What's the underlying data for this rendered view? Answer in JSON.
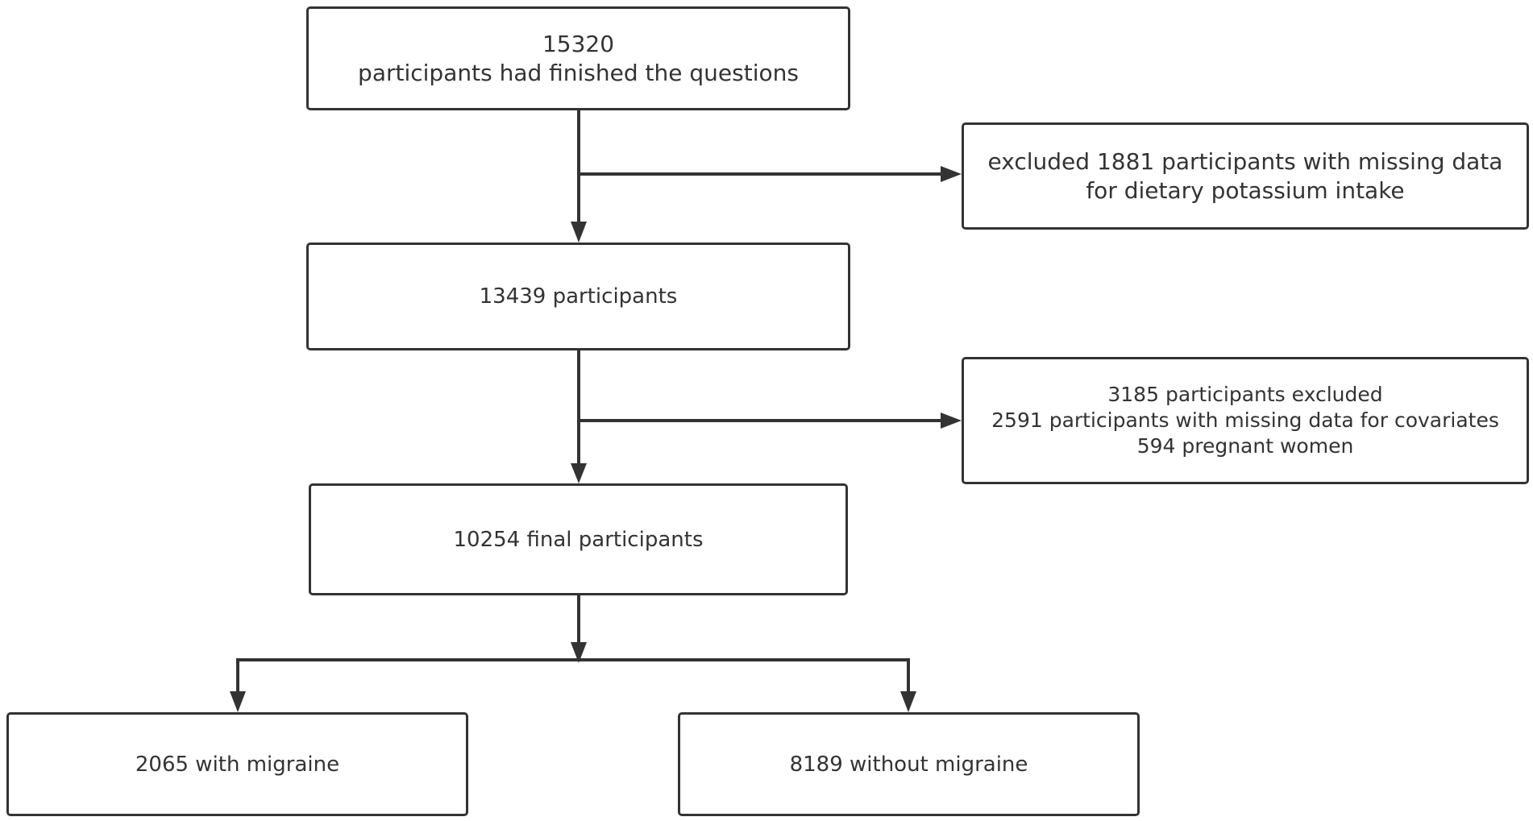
{
  "diagram": {
    "line_color": "#333333",
    "nodes": {
      "start": {
        "lines": [
          "15320",
          "participants had finished the questions"
        ]
      },
      "excluded_potassium": {
        "lines": [
          "excluded 1881 participants with missing data",
          "for dietary potassium intake"
        ]
      },
      "mid": {
        "lines": [
          "13439 participants"
        ]
      },
      "excluded_covariates": {
        "lines": [
          "3185 participants excluded",
          "2591 participants with missing data for covariates",
          "594 pregnant women"
        ]
      },
      "final": {
        "lines": [
          "10254 final participants"
        ]
      },
      "with_migraine": {
        "lines": [
          "2065 with migraine"
        ]
      },
      "without_migraine": {
        "lines": [
          "8189 without migraine"
        ]
      }
    },
    "edges": [
      {
        "from": "start",
        "to": "mid"
      },
      {
        "from": "start",
        "to": "excluded_potassium"
      },
      {
        "from": "mid",
        "to": "final"
      },
      {
        "from": "mid",
        "to": "excluded_covariates"
      },
      {
        "from": "final",
        "to": "with_migraine"
      },
      {
        "from": "final",
        "to": "without_migraine"
      }
    ]
  }
}
